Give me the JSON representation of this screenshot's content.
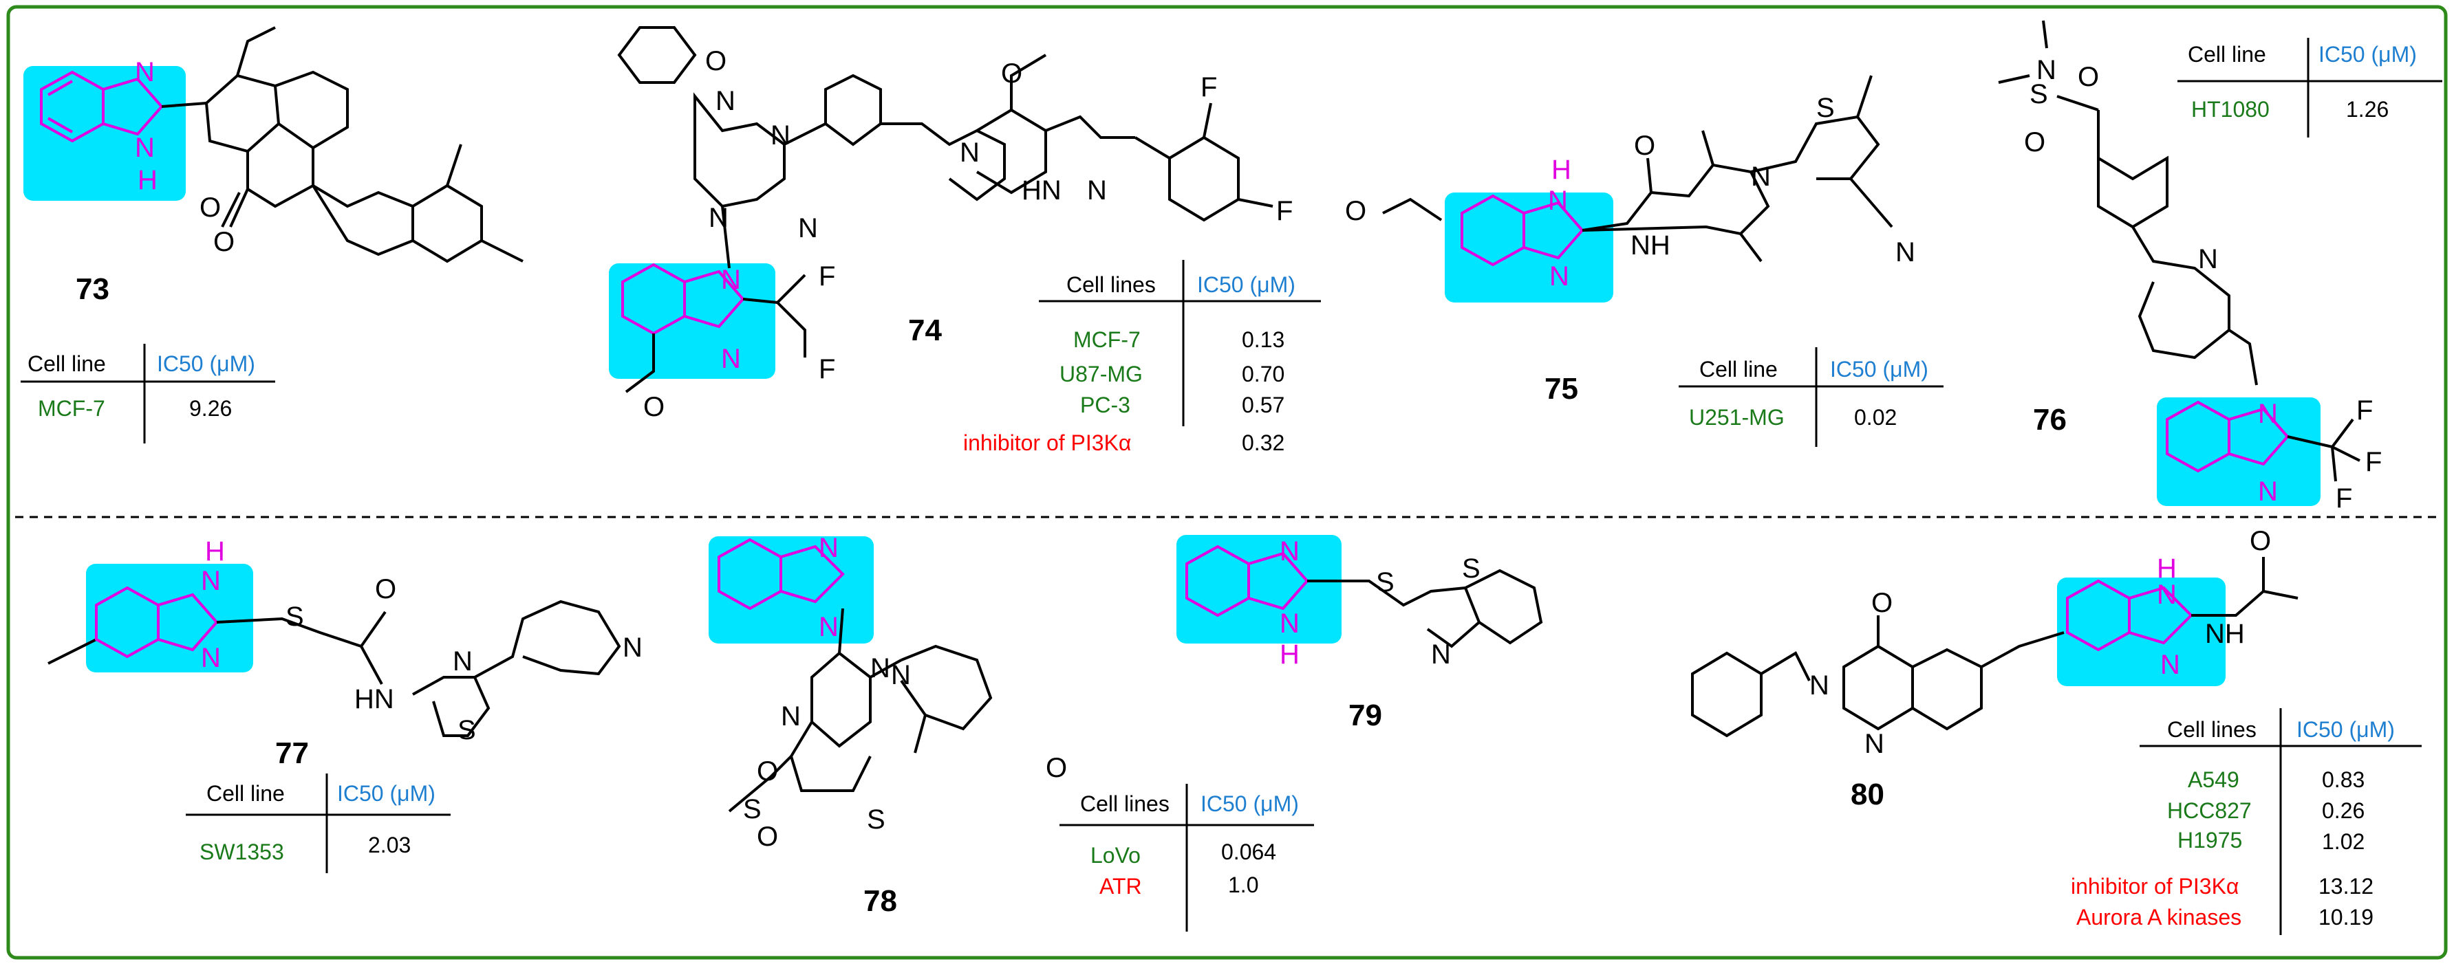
{
  "colors": {
    "frame": "#2f8a1c",
    "highlight": "#00e5ff",
    "bond": "#000000",
    "hetero": "#e000e0",
    "cell": "#1a7a1a",
    "enzyme": "#ff0000",
    "ic50": "#1e7fd0"
  },
  "compounds": {
    "c73": {
      "number": "73",
      "table": {
        "col1": "Cell line",
        "col2": "IC50 (μM)",
        "rows": [
          {
            "name": "MCF-7",
            "value": "9.26"
          }
        ]
      }
    },
    "c74": {
      "number": "74",
      "table": {
        "col1": "Cell lines",
        "col2": "IC50 (μM)",
        "rows": [
          {
            "name": "MCF-7",
            "value": "0.13"
          },
          {
            "name": "U87-MG",
            "value": "0.70"
          },
          {
            "name": "PC-3",
            "value": "0.57"
          },
          {
            "name": "inhibitor of PI3Kα",
            "value": "0.32",
            "enzyme": true
          }
        ]
      }
    },
    "c75": {
      "number": "75",
      "table": {
        "col1": "Cell line",
        "col2": "IC50 (μM)",
        "rows": [
          {
            "name": "U251-MG",
            "value": "0.02"
          }
        ]
      }
    },
    "c76": {
      "number": "76",
      "table": {
        "col1": "Cell line",
        "col2": "IC50 (μM)",
        "rows": [
          {
            "name": "HT1080",
            "value": "1.26"
          }
        ]
      }
    },
    "c77": {
      "number": "77",
      "table": {
        "col1": "Cell line",
        "col2": "IC50 (μM)",
        "rows": [
          {
            "name": "SW1353",
            "value": "2.03"
          }
        ]
      }
    },
    "c78": {
      "number": "78",
      "table": {
        "col1": "Cell lines",
        "col2": "IC50 (μM)",
        "rows": [
          {
            "name": "LoVo",
            "value": "0.064"
          },
          {
            "name": "ATR",
            "value": "1.0",
            "enzyme": true
          }
        ]
      }
    },
    "c79": {
      "number": "79"
    },
    "c80": {
      "number": "80",
      "table": {
        "col1": "Cell lines",
        "col2": "IC50 (μM)",
        "rows": [
          {
            "name": "A549",
            "value": "0.83"
          },
          {
            "name": "HCC827",
            "value": "0.26"
          },
          {
            "name": "H1975",
            "value": "1.02"
          },
          {
            "name": "inhibitor of PI3Kα",
            "value": "13.12",
            "enzyme": true
          },
          {
            "name": "Aurora A kinases",
            "value": "10.19",
            "enzyme": true
          }
        ]
      }
    }
  },
  "atoms": {
    "N": "N",
    "H": "H",
    "O": "O",
    "S": "S",
    "F": "F",
    "NH": "NH",
    "HN": "HN"
  }
}
